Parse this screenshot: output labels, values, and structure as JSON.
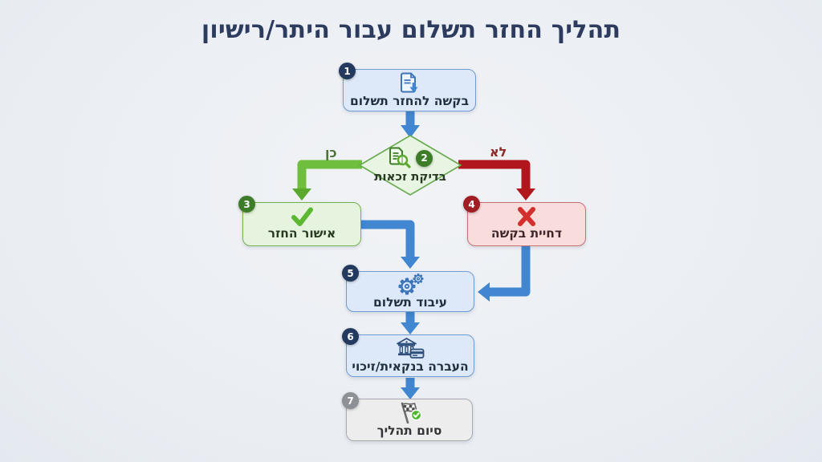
{
  "title": "תהליך החזר תשלום עבור היתר/רישיון",
  "flow": {
    "steps": [
      {
        "number": "1",
        "label": "בקשה להחזר תשלום"
      },
      {
        "number": "2",
        "label": "בדיקת זכאות"
      },
      {
        "number": "3",
        "label": "אישור החזר"
      },
      {
        "number": "4",
        "label": "דחיית בקשה"
      },
      {
        "number": "5",
        "label": "עיבוד תשלום"
      },
      {
        "number": "6",
        "label": "העברה בנקאית/זיכוי"
      },
      {
        "number": "7",
        "label": "סיום תהליך"
      }
    ],
    "branch_labels": {
      "yes": "כן",
      "no": "לא"
    }
  },
  "icons": {
    "step1": "document-download-icon",
    "step2": "document-search-icon",
    "step3": "checkmark-icon",
    "step4": "x-mark-icon",
    "step5": "gears-icon",
    "step6": "bank-card-icon",
    "step7": "finish-flag-icon"
  },
  "colors": {
    "background": "#edf0f4",
    "title_text": "#2d3c5e",
    "arrow_blue": "#4186d0",
    "arrow_green": "#6fbe3e",
    "arrow_red": "#b2161d",
    "box_blue_fill": "#dde9f8",
    "box_blue_border": "#6f9cd1",
    "box_green_fill": "#e6f4df",
    "box_green_border": "#74ae52",
    "box_red_fill": "#f9dcdc",
    "box_red_border": "#c77070",
    "box_gray_fill": "#ededed",
    "box_gray_border": "#a8aaad",
    "badge_navy": "#23395d",
    "badge_green": "#3e7d28",
    "badge_red": "#a01d22",
    "badge_gray": "#8d9095"
  }
}
